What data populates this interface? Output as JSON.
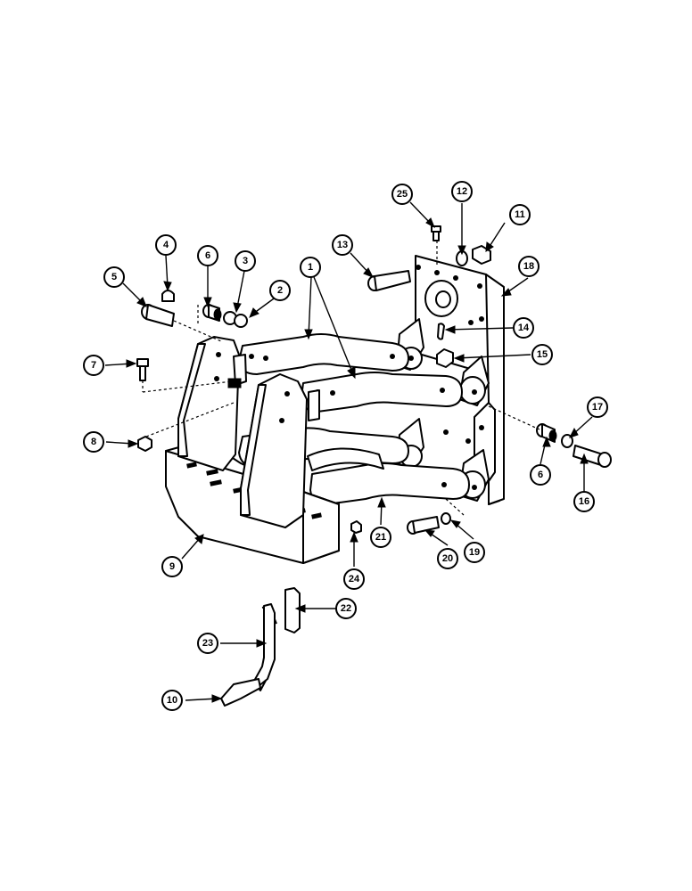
{
  "callouts": [
    {
      "id": "c1",
      "label": "1"
    },
    {
      "id": "c2",
      "label": "2"
    },
    {
      "id": "c3",
      "label": "3"
    },
    {
      "id": "c4",
      "label": "4"
    },
    {
      "id": "c5",
      "label": "5"
    },
    {
      "id": "c6a",
      "label": "6"
    },
    {
      "id": "c6b",
      "label": "6"
    },
    {
      "id": "c7",
      "label": "7"
    },
    {
      "id": "c8",
      "label": "8"
    },
    {
      "id": "c9",
      "label": "9"
    },
    {
      "id": "c10",
      "label": "10"
    },
    {
      "id": "c11",
      "label": "11"
    },
    {
      "id": "c12",
      "label": "12"
    },
    {
      "id": "c13",
      "label": "13"
    },
    {
      "id": "c14",
      "label": "14"
    },
    {
      "id": "c15",
      "label": "15"
    },
    {
      "id": "c16",
      "label": "16"
    },
    {
      "id": "c17",
      "label": "17"
    },
    {
      "id": "c18",
      "label": "18"
    },
    {
      "id": "c19",
      "label": "19"
    },
    {
      "id": "c20",
      "label": "20"
    },
    {
      "id": "c21",
      "label": "21"
    },
    {
      "id": "c22",
      "label": "22"
    },
    {
      "id": "c23",
      "label": "23"
    },
    {
      "id": "c24",
      "label": "24"
    },
    {
      "id": "c25",
      "label": "25"
    }
  ]
}
